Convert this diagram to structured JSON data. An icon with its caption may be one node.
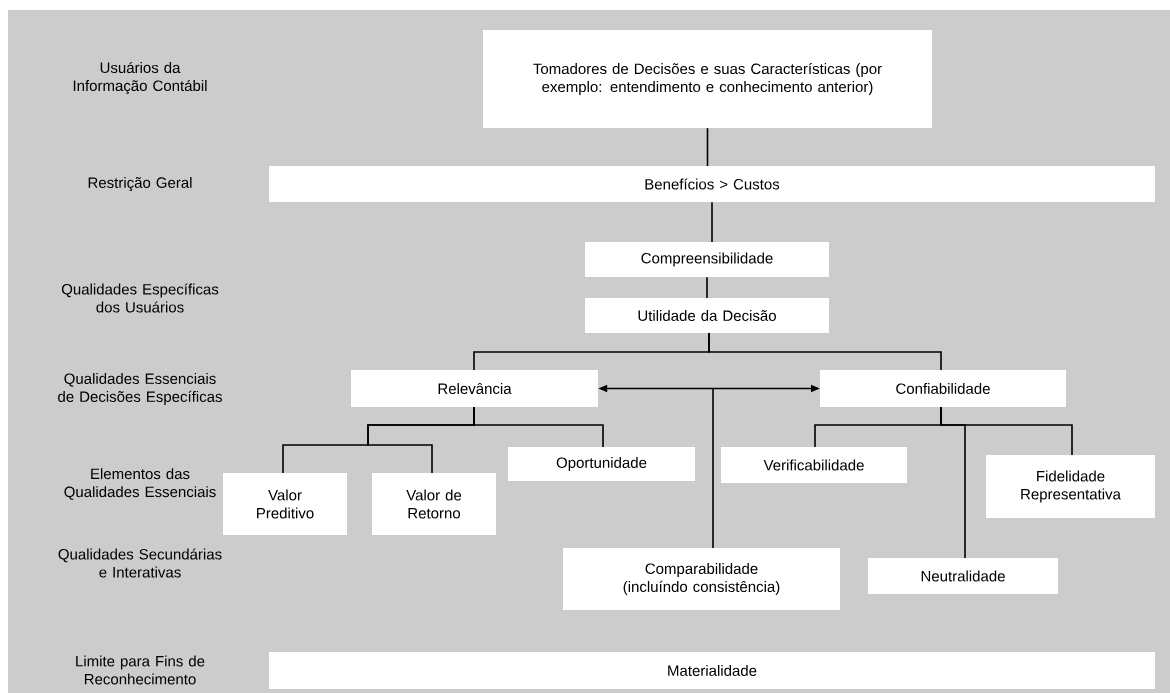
{
  "diagram": {
    "nodes": [
      {
        "text": [
          "Tomadores de Decisões e suas Características (por exemplo: entendimento e conhecimento anterior)"
        ]
      },
      {
        "text": [
          "Benefícios > Custos"
        ]
      },
      {
        "text": [
          "Compreensibilidade"
        ]
      },
      {
        "text": [
          "Utilidade da Decisão"
        ]
      },
      {
        "text": [
          "Relevância"
        ]
      },
      {
        "text": [
          "Confiabilidade"
        ]
      },
      {
        "text": [
          "Valor Preditivo"
        ]
      },
      {
        "text": [
          "Valor de Retorno"
        ]
      },
      {
        "text": [
          "Oportunidade"
        ]
      },
      {
        "text": [
          "Verificabilidade"
        ]
      },
      {
        "text": [
          "Fidelidade Representativa"
        ]
      },
      {
        "text": [
          "Comparabilidade (incluíndo consistência)"
        ]
      },
      {
        "text": [
          "Neutralidade"
        ]
      },
      {
        "text": [
          "Materialidade"
        ]
      }
    ],
    "edges": [
      {
        "from": 0,
        "to": 1,
        "arrow": "none"
      },
      {
        "from": 1,
        "to": 2,
        "arrow": "none"
      },
      {
        "from": 2,
        "to": 3,
        "arrow": "none"
      },
      {
        "from": 3,
        "to": 4,
        "arrow": "none"
      },
      {
        "from": 3,
        "to": 5,
        "arrow": "none"
      },
      {
        "from": 4,
        "to": 5,
        "arrow": "both"
      },
      {
        "from": null,
        "to": 11,
        "arrow": "none"
      },
      {
        "from": 4,
        "to": 6,
        "arrow": "none"
      },
      {
        "from": 4,
        "to": 7,
        "arrow": "none"
      },
      {
        "from": 4,
        "to": 8,
        "arrow": "none"
      },
      {
        "from": 5,
        "to": 9,
        "arrow": "none"
      },
      {
        "from": 5,
        "to": 12,
        "arrow": "none"
      },
      {
        "from": 5,
        "to": 10,
        "arrow": "none"
      }
    ],
    "labels": [
      "Usuários da Informação Contábil",
      "Restrição Geral",
      "Qualidades Específicas dos Usuários",
      "Qualidades Essenciais de Decisões Específicas",
      "Elementos das Qualidades Essenciais",
      "Qualidades Secundárias e Interativas",
      "Limite para Fins de Reconhecimento"
    ]
  }
}
